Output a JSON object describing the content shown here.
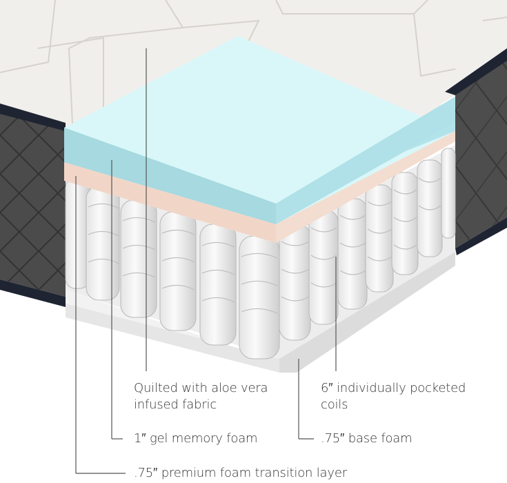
{
  "diagram": {
    "subject": "Mattress layer cutaway",
    "colors": {
      "quilted_top": "#f1efec",
      "quilt_stitch": "#d6d2cc",
      "side_fabric": "#4a4a4a",
      "side_binding": "#1f2433",
      "gel_foam_top": "#d9f7f8",
      "gel_foam_side": "#a9dde4",
      "transition_foam": "#f1d6c8",
      "coil_fill": "#f4f4f4",
      "coil_shadow": "#d2d2d2",
      "base_foam_top": "#f2f2f2",
      "base_foam_side": "#e3e3e3",
      "leader_line": "#555555",
      "label_text": "#333333"
    },
    "labels": [
      {
        "id": "quilted-fabric",
        "lines": [
          "Quilted with aloe vera",
          "infused fabric"
        ]
      },
      {
        "id": "coils",
        "lines": [
          "6″ individually pocketed",
          "coils"
        ]
      },
      {
        "id": "gel-memory-foam",
        "lines": [
          "1″ gel memory foam"
        ]
      },
      {
        "id": "base-foam",
        "lines": [
          ".75″ base foam"
        ]
      },
      {
        "id": "transition-layer",
        "lines": [
          ".75″ premium foam transition layer"
        ]
      }
    ]
  }
}
